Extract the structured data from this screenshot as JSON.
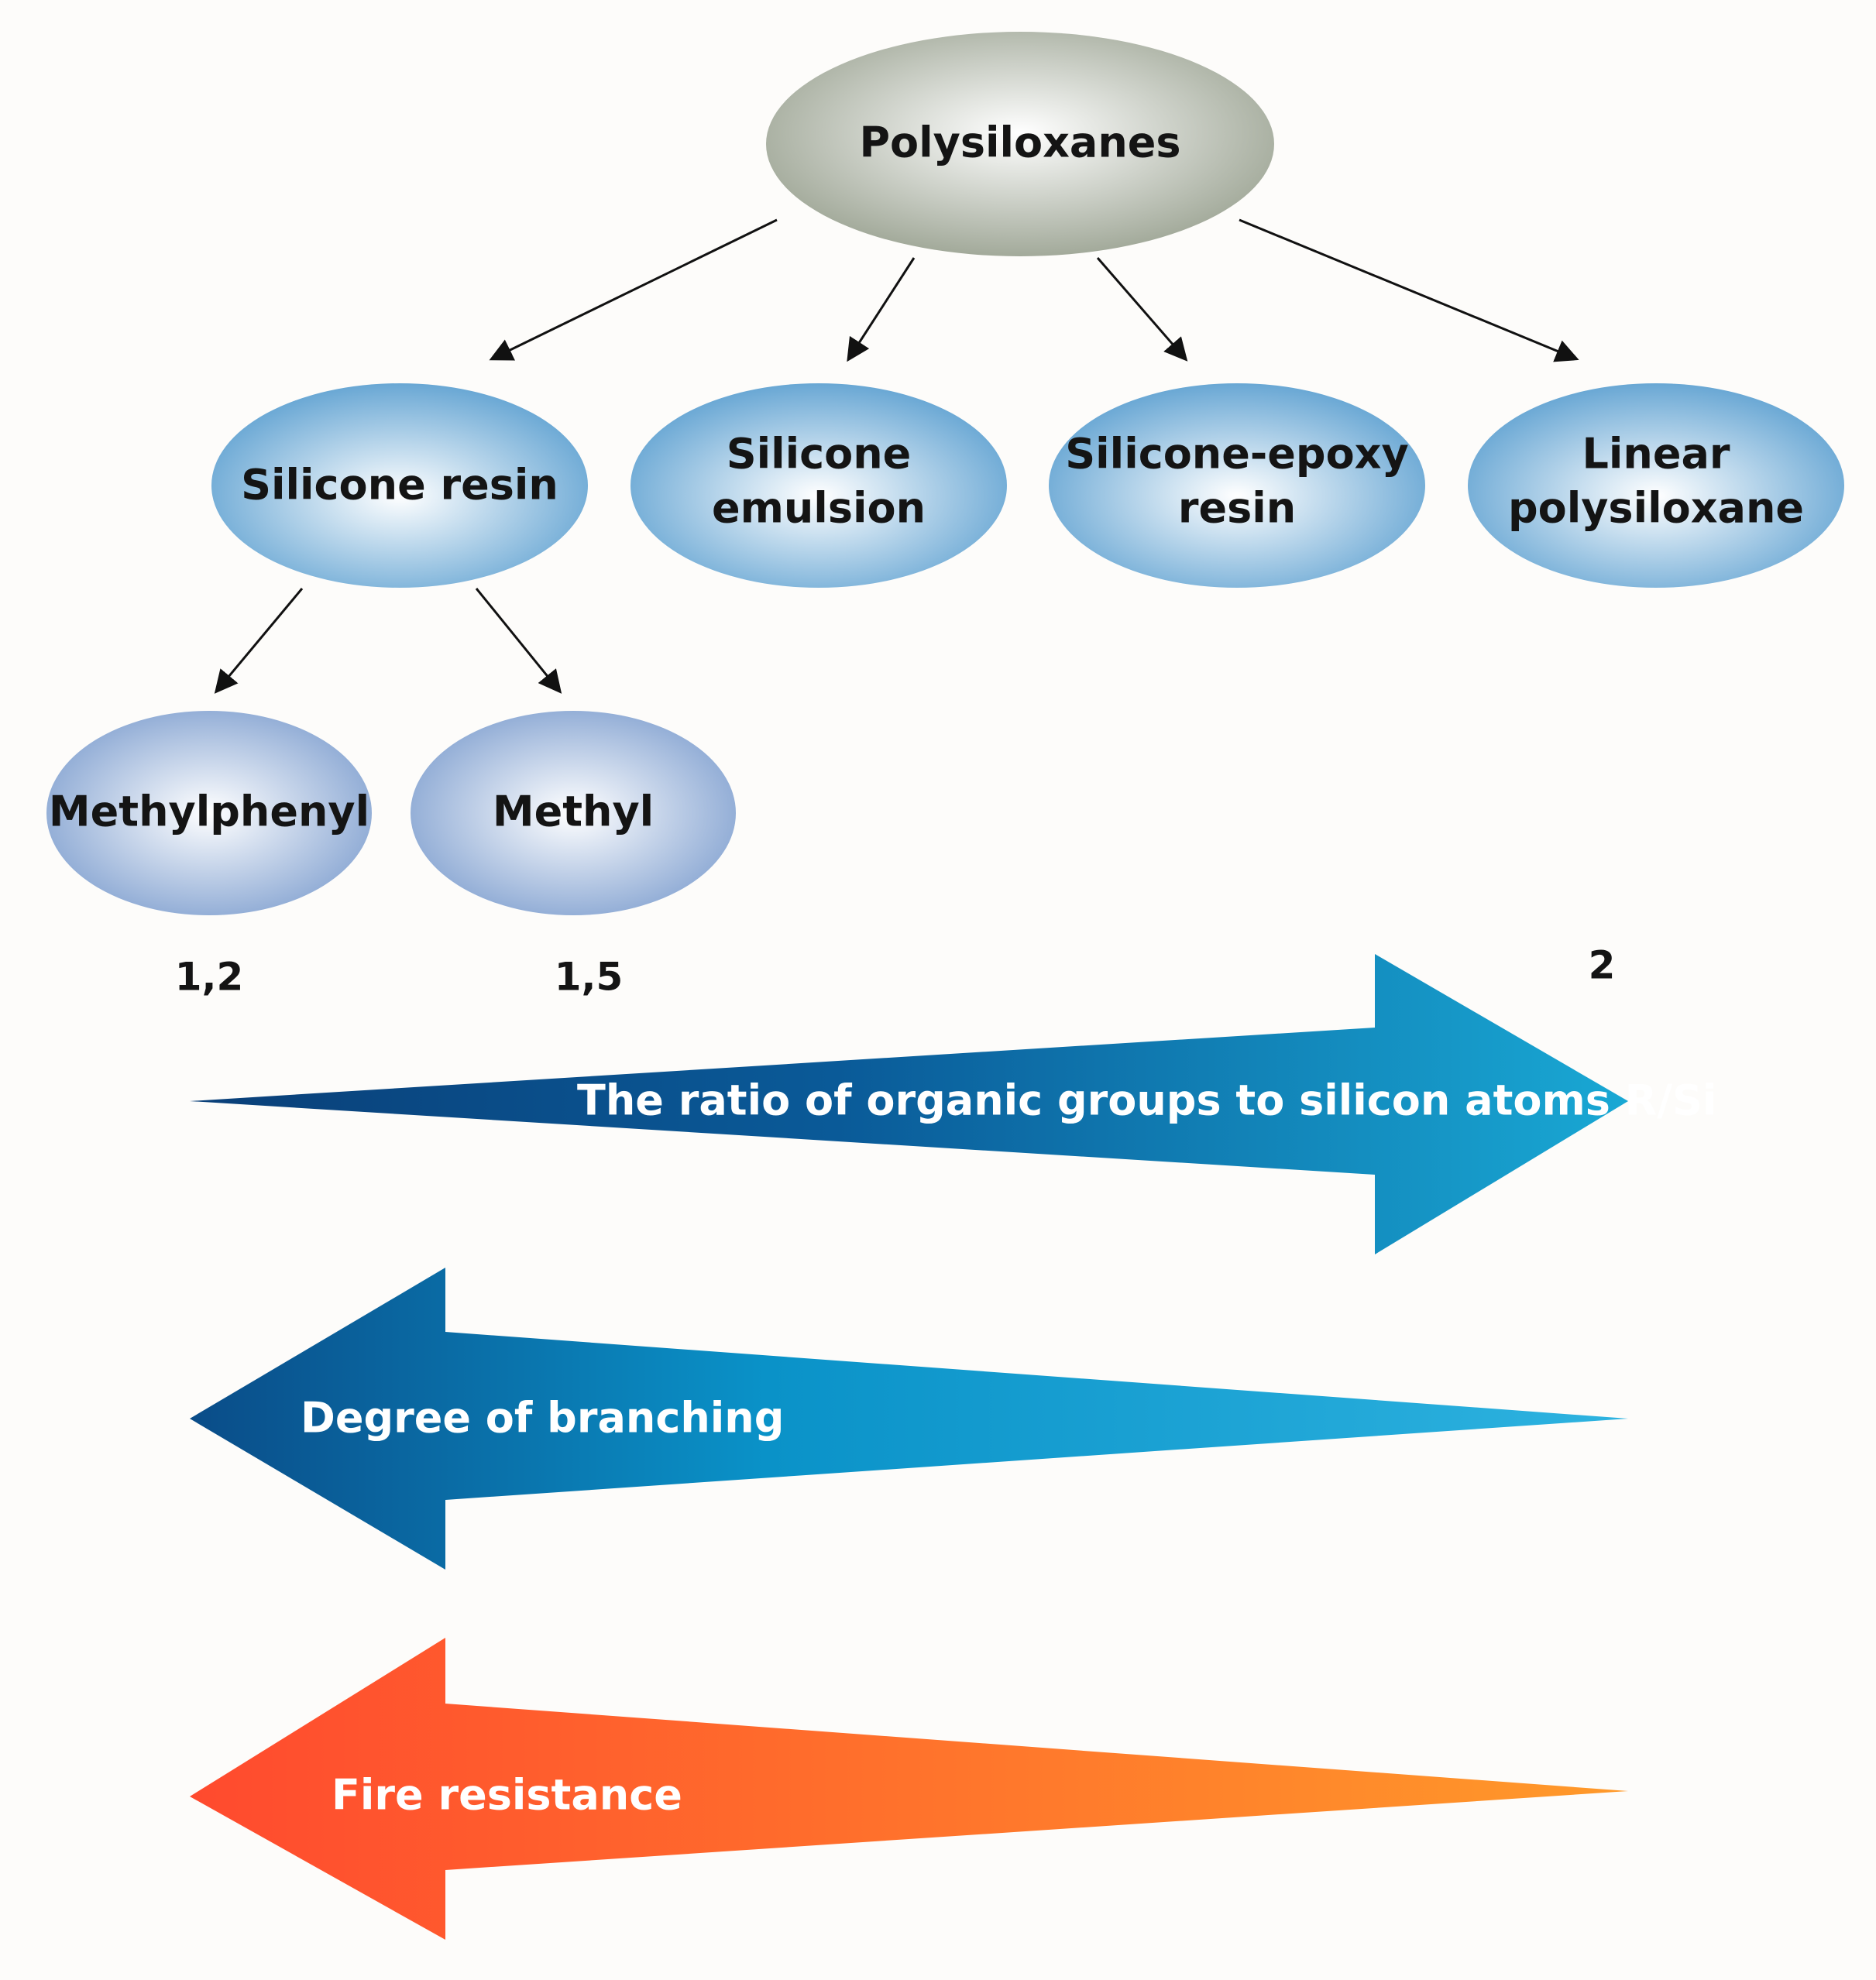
{
  "root": {
    "label": "Polysiloxanes"
  },
  "children": [
    {
      "label_lines": [
        "Silicone resin"
      ]
    },
    {
      "label_lines": [
        "Silicone",
        "emulsion"
      ]
    },
    {
      "label_lines": [
        "Silicone-epoxy",
        "resin"
      ]
    },
    {
      "label_lines": [
        "Linear",
        "polysiloxane"
      ]
    }
  ],
  "resin_types": [
    {
      "label": "Methylphenyl"
    },
    {
      "label": "Methyl"
    }
  ],
  "ratio_values": [
    "1,2",
    "1,5",
    "2"
  ],
  "trend_arrows": [
    {
      "label": "The ratio of organic groups to silicon atoms R/Si",
      "direction": "right",
      "color_start": "#0a3f78",
      "color_end": "#19a8d4"
    },
    {
      "label": "Degree of branching",
      "direction": "left",
      "color_start": "#0a4c88",
      "color_end": "#2eb3e0"
    },
    {
      "label": "Fire resistance",
      "direction": "left",
      "color_start": "#ff4a2e",
      "color_end": "#ff9a2a"
    }
  ],
  "colors": {
    "root_fill": "#9aa291",
    "child_fill": "#5b9fd0",
    "resin_fill": "#7f9fcf",
    "connector": "#111111"
  }
}
